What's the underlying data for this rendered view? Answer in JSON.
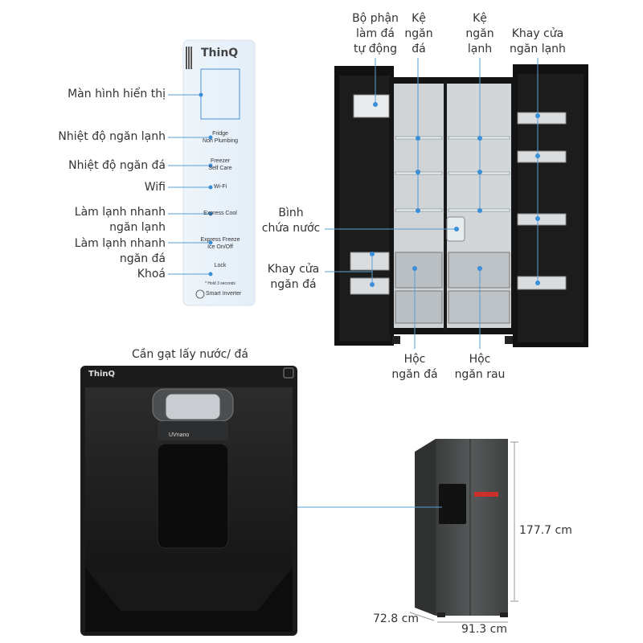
{
  "control_panel": {
    "brand": "ThinQ",
    "fridge_line1": "Fridge",
    "fridge_line2": "Non Plumbing",
    "freezer_line1": "Freezer",
    "freezer_line2": "Self Care",
    "wifi": "Wi-Fi",
    "express_cool": "Express Cool",
    "express_freeze_line1": "Express Freeze",
    "express_freeze_line2": "Ice On/Off",
    "lock": "Lock",
    "hold_note": "* Hold 3 seconds",
    "inverter": "Smart Inverter"
  },
  "panel_callouts": [
    "Màn hình hiển thị",
    "Nhiệt độ ngăn lạnh",
    "Nhiệt độ ngăn đá",
    "Wifi",
    "Làm lạnh nhanh",
    "ngăn lạnh",
    "Làm lạnh nhanh",
    "ngăn đá",
    "Khoá"
  ],
  "fridge_callouts": {
    "ice_maker": [
      "Bộ phận",
      "làm đá",
      "tự động"
    ],
    "freezer_shelf": [
      "Kệ",
      "ngăn",
      "đá"
    ],
    "fridge_shelf": [
      "Kệ",
      "ngăn",
      "lạnh"
    ],
    "fridge_door_tray": [
      "Khay cửa",
      "ngăn lạnh"
    ],
    "water_tank": [
      "Bình",
      "chứa nước"
    ],
    "freezer_door_tray": [
      "Khay cửa",
      "ngăn đá"
    ],
    "freezer_drawer": [
      "Hộc",
      "ngăn đá"
    ],
    "crisper_drawer": [
      "Hộc",
      "ngăn rau"
    ]
  },
  "dispenser": {
    "caption": "Cần gạt lấy nước/ đá",
    "brand": "ThinQ",
    "uv_label": "UVnano"
  },
  "dimensions": {
    "height": "177.7 cm",
    "depth": "72.8 cm",
    "width": "91.3 cm"
  },
  "colors": {
    "callout_dot": "#3a8fd8",
    "callout_line": "#5a9fd6",
    "fridge_body": "#1a1a1a",
    "fridge_exterior": "#4a4d4c"
  }
}
